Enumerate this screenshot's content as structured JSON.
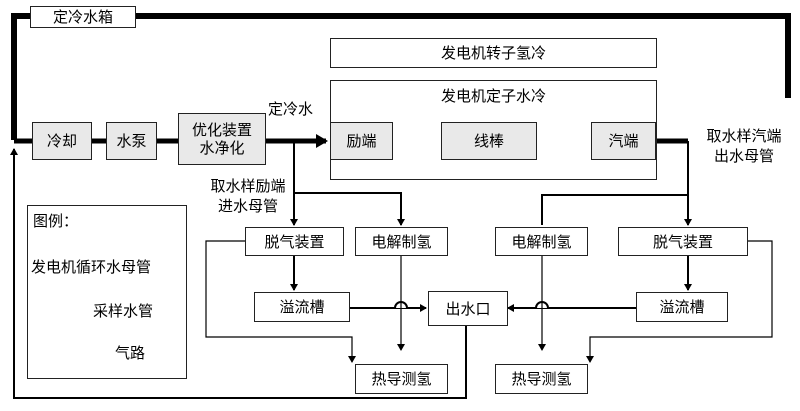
{
  "labels": {
    "tank": "定冷水箱",
    "rotor_cooling": "发电机转子氢冷",
    "stator_cooling": "发电机定子水冷",
    "cooling": "冷却",
    "pump": "水泵",
    "purify_line1": "优化装置",
    "purify_line2": "水净化",
    "fixed_water": "定冷水",
    "exciter_end": "励端",
    "winding": "线棒",
    "turbine_end": "汽端",
    "sample_left_line1": "取水样励端",
    "sample_left_line2": "进水母管",
    "sample_right_line1": "取水样汽端",
    "sample_right_line2": "出水母管",
    "degasser": "脱气装置",
    "electrolysis": "电解制氢",
    "overflow": "溢流槽",
    "outlet": "出水口",
    "thermal_h2": "热导测氢"
  },
  "legend": {
    "title": "图例：",
    "main_pipe": "发电机循环水母管",
    "sample_pipe": "采样水管",
    "gas": "气路"
  }
}
